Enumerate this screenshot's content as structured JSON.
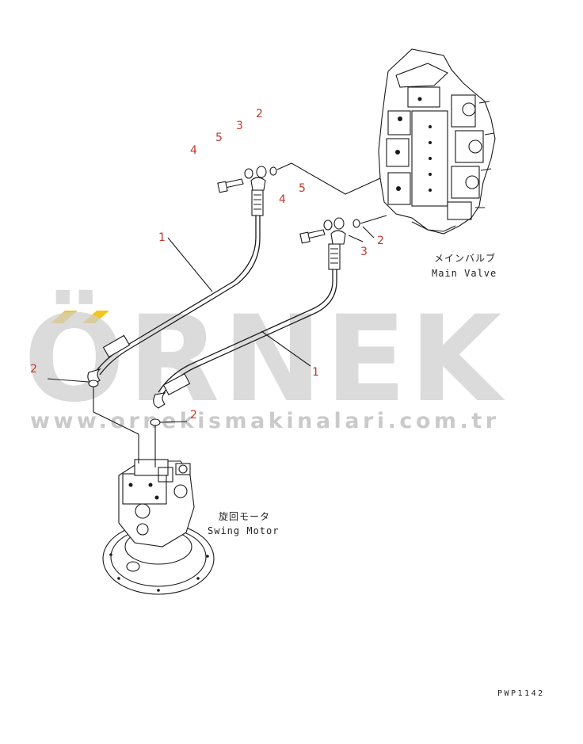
{
  "watermark": {
    "brand": "ÖRNEK",
    "url": "www.ornekismakinalari.com.tr",
    "accent_color": "#f5c518"
  },
  "components": {
    "main_valve": {
      "jp": "メインバルブ",
      "en": "Main Valve"
    },
    "swing_motor": {
      "jp": "旋回モータ",
      "en": "Swing Motor"
    }
  },
  "callouts": {
    "hose_left": "1",
    "hose_right": "1",
    "oring_top": "2",
    "oring_mid": "2",
    "oring_motor_left": "2",
    "oring_motor_right": "2",
    "clamp_top": "3",
    "clamp_mid": "3",
    "bolt_top": "4",
    "bolt_mid": "4",
    "washer_top": "5",
    "washer_mid": "5"
  },
  "drawing_code": "PWP1142",
  "colors": {
    "callout": "#c0392b",
    "line": "#1a1a1a",
    "watermark": "#cfcfcf"
  }
}
